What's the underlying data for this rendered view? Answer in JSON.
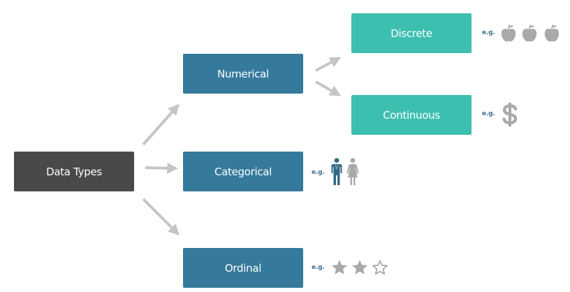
{
  "colors": {
    "root": "#4a4848",
    "level1": "#357a9b",
    "level2": "#3dbfb0",
    "arrow": "#c3c6c6",
    "icon": "#a9a9a9",
    "icon_dark": "#2f6a87",
    "eg_text": "#3d6f8f"
  },
  "nodes": {
    "root": {
      "label": "Data Types"
    },
    "numerical": {
      "label": "Numerical"
    },
    "categorical": {
      "label": "Categorical"
    },
    "ordinal": {
      "label": "Ordinal"
    },
    "discrete": {
      "label": "Discrete"
    },
    "continuous": {
      "label": "Continuous"
    }
  },
  "examples": {
    "discrete": {
      "label": "e.g.",
      "icons": [
        "apple-icon",
        "apple-icon",
        "apple-icon"
      ]
    },
    "continuous": {
      "label": "e.g.",
      "icons": [
        "dollar-icon"
      ]
    },
    "categorical": {
      "label": "e.g.",
      "icons": [
        "male-icon",
        "female-icon"
      ]
    },
    "ordinal": {
      "label": "e.g.",
      "icons": [
        "star-filled-icon",
        "star-filled-icon",
        "star-outline-icon"
      ]
    }
  }
}
